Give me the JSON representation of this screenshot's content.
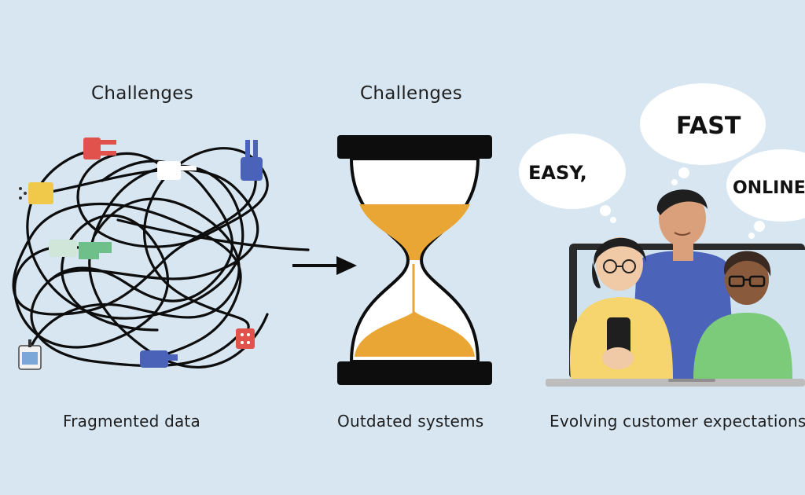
{
  "panels": [
    {
      "heading": "Challenges",
      "caption": "Fragmented data"
    },
    {
      "heading": "Challenges",
      "caption": "Outdated systems"
    },
    {
      "caption": "Evolving customer expectations"
    }
  ],
  "bubbles": [
    "EASY,",
    "FAST",
    "ONLINE"
  ]
}
